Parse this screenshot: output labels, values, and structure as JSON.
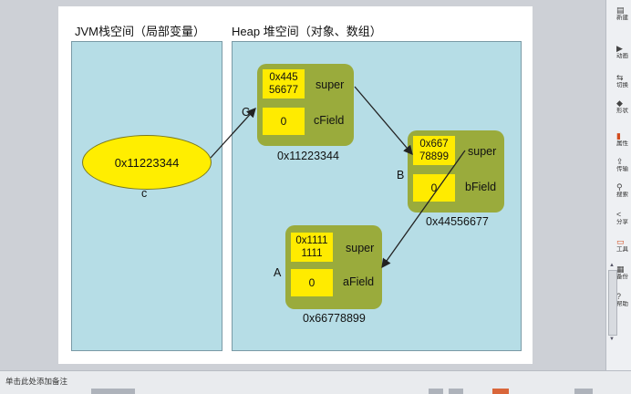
{
  "stack": {
    "title": "JVM栈空间（局部变量）",
    "ellipse_value": "0x11223344",
    "var_label": "c"
  },
  "heap": {
    "title": "Heap 堆空间（对象、数组）"
  },
  "objects": {
    "C": {
      "letter": "C",
      "super_value": "0x445\n56677",
      "super_label": "super",
      "field_value": "0",
      "field_label": "cField",
      "address": "0x11223344"
    },
    "B": {
      "letter": "B",
      "super_value": "0x667\n78899",
      "super_label": "super",
      "field_value": "0",
      "field_label": "bField",
      "address": "0x44556677"
    },
    "A": {
      "letter": "A",
      "super_value": "0x1111\n1111",
      "super_label": "super",
      "field_value": "0",
      "field_label": "aField",
      "address": "0x66778899"
    }
  },
  "task_pane": {
    "items": [
      {
        "icon": "new-slide-icon",
        "glyph": "▤",
        "label": "新建"
      },
      {
        "icon": "animation-icon",
        "glyph": "▶",
        "label": "动画"
      },
      {
        "icon": "switch-icon",
        "glyph": "⇆",
        "label": "切换"
      },
      {
        "icon": "shape-icon",
        "glyph": "◆",
        "label": "形状"
      },
      {
        "icon": "properties-icon",
        "glyph": "▮",
        "label": "属性"
      },
      {
        "icon": "transfer-icon",
        "glyph": "⇪",
        "label": "传输"
      },
      {
        "icon": "search-icon",
        "glyph": "⚲",
        "label": "搜索"
      },
      {
        "icon": "share-icon",
        "glyph": "<",
        "label": "分享"
      },
      {
        "icon": "toolbox-icon",
        "glyph": "▭",
        "label": "工具"
      },
      {
        "icon": "backup-icon",
        "glyph": "▦",
        "label": "备份"
      },
      {
        "icon": "help-icon",
        "glyph": "?",
        "label": "帮助"
      }
    ]
  },
  "status_bar": {
    "note_hint": "单击此处添加备注"
  }
}
